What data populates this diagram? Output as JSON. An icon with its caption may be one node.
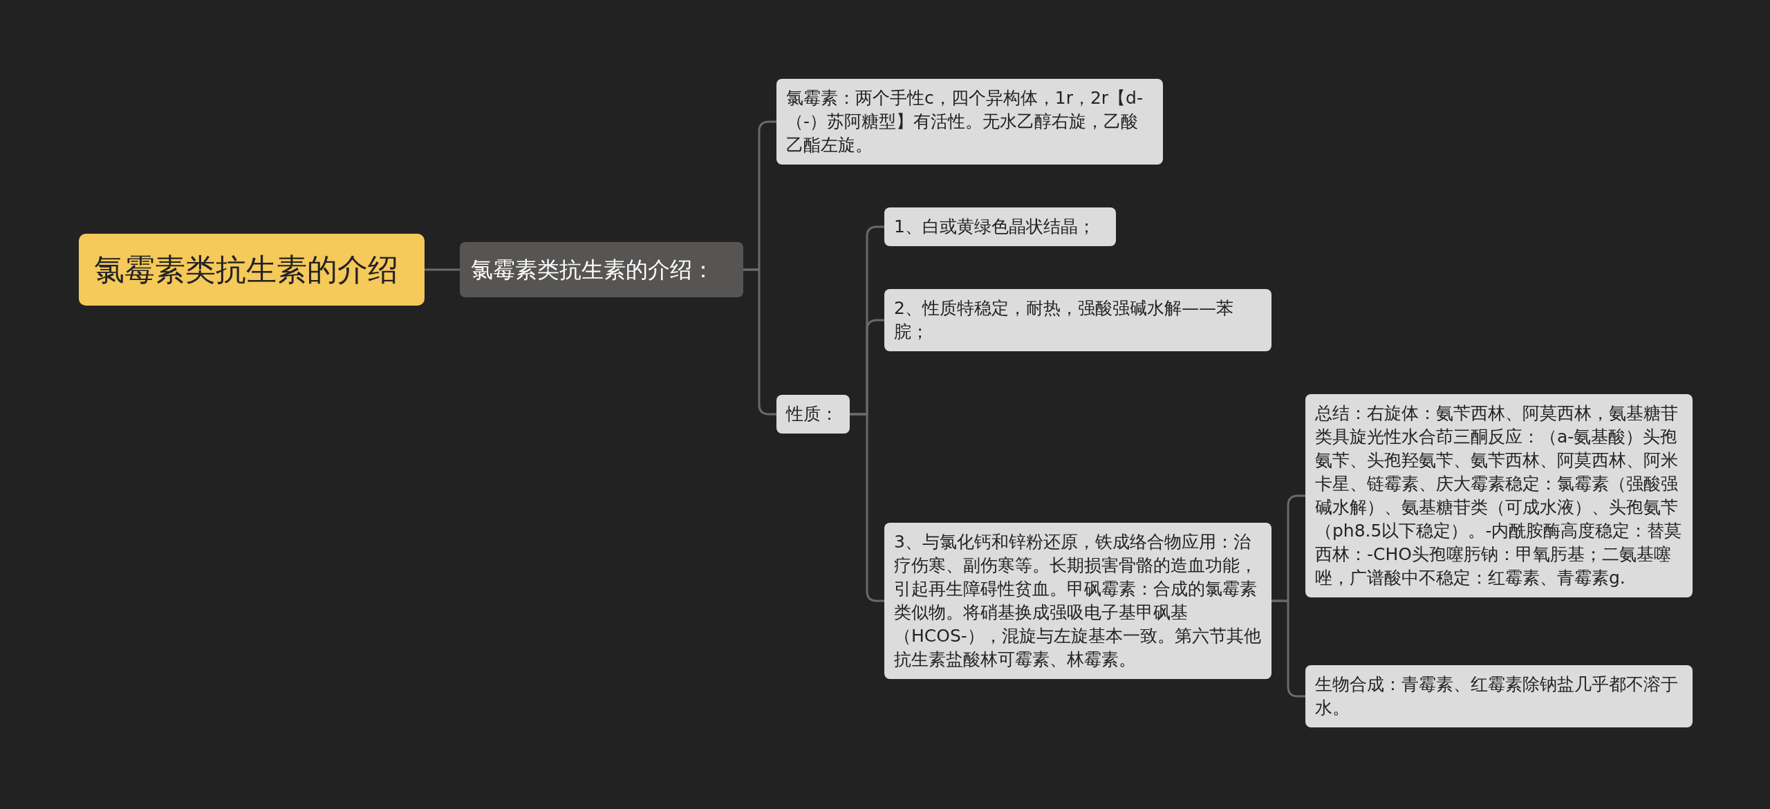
{
  "diagram": {
    "nodes": [
      {
        "text": [
          "氯霉素类抗生素的介绍"
        ]
      },
      {
        "text": [
          "氯霉素类抗生素的介绍："
        ]
      },
      {
        "text": [
          "氯霉素：两个手性c，四个异构体，1r，2r【d-（-）苏阿糖型】有活性。无水乙醇右旋，乙酸乙酯左旋。"
        ]
      },
      {
        "text": [
          "性质："
        ]
      },
      {
        "text": [
          "1、白或黄绿色晶状结晶；"
        ]
      },
      {
        "text": [
          "2、性质特稳定，耐热，强酸强碱水解——苯脘；"
        ]
      },
      {
        "text": [
          "3、与氯化钙和锌粉还原，铁成络合物应用：治疗伤寒、副伤寒等。长期损害骨骼的造血功能，引起再生障碍性贫血。甲砜霉素：合成的氯霉素类似物。将硝基换成强吸电子基甲砜基（HCOS-），混旋与左旋基本一致。第六节其他抗生素盐酸林可霉素、林霉素。"
        ]
      },
      {
        "text": [
          "总结：右旋体：氨苄西林、阿莫西林，氨基糖苷类具旋光性水合茚三酮反应：（a-氨基酸）头孢氨苄、头孢羟氨苄、氨苄西林、阿莫西林、阿米卡星、链霉素、庆大霉素稳定：氯霉素（强酸强碱水解）、氨基糖苷类（可成水液）、头孢氨苄（ph8.5以下稳定）。-内酰胺酶高度稳定：替莫西林：-CHO头孢噻肟钠：甲氧肟基；二氨基噻唑，广谱酸中不稳定：红霉素、青霉素g."
        ]
      },
      {
        "text": [
          "生物合成：青霉素、红霉素除钠盐几乎都不溶于水。"
        ]
      }
    ],
    "edges": [
      {
        "from": 0,
        "to": 1,
        "arrow": "none"
      },
      {
        "from": 1,
        "to": 2,
        "arrow": "none"
      },
      {
        "from": 1,
        "to": 3,
        "arrow": "none"
      },
      {
        "from": 3,
        "to": 4,
        "arrow": "none"
      },
      {
        "from": 3,
        "to": 5,
        "arrow": "none"
      },
      {
        "from": 3,
        "to": 6,
        "arrow": "none"
      },
      {
        "from": 6,
        "to": 7,
        "arrow": "none"
      },
      {
        "from": 6,
        "to": 8,
        "arrow": "none"
      }
    ]
  }
}
